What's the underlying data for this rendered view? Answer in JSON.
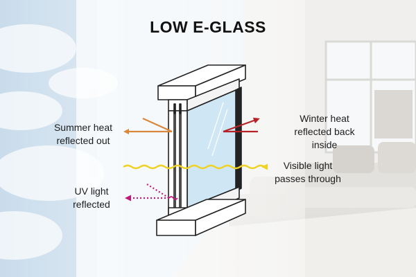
{
  "title": "LOW E-GLASS",
  "labels": {
    "summer_heat": {
      "line1": "Summer heat",
      "line2": "reflected out",
      "color": "#d8883a"
    },
    "uv_light": {
      "line1": "UV light",
      "line2": "reflected",
      "color": "#c2187a"
    },
    "winter_heat": {
      "line1": "Winter heat",
      "line2": "reflected back",
      "line3": "inside",
      "color": "#b52329"
    },
    "visible_light": {
      "line1": "Visible light",
      "line2": "passes through",
      "color": "#f0d125"
    }
  },
  "colors": {
    "window_frame": "#ffffff",
    "glass": "#cfe6f4",
    "outline": "#222222"
  }
}
